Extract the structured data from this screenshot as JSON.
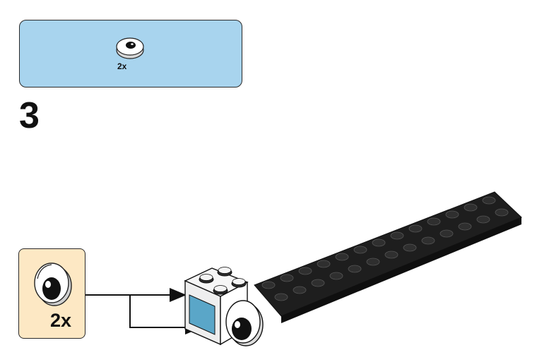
{
  "parts_callout": {
    "quantity": "2x",
    "part_icon": "round-eye-tile-icon",
    "background_color": "#a8d4ee"
  },
  "step": {
    "number": "3"
  },
  "subassembly_callout": {
    "quantity": "2x",
    "part_icon": "round-eye-tile-icon",
    "background_color": "#fde8c4"
  },
  "model": {
    "plate_color": "#2b2b2b",
    "brick_color": "#ffffff",
    "accent_color": "#5aa6c8",
    "arrow_color": "#111111"
  }
}
